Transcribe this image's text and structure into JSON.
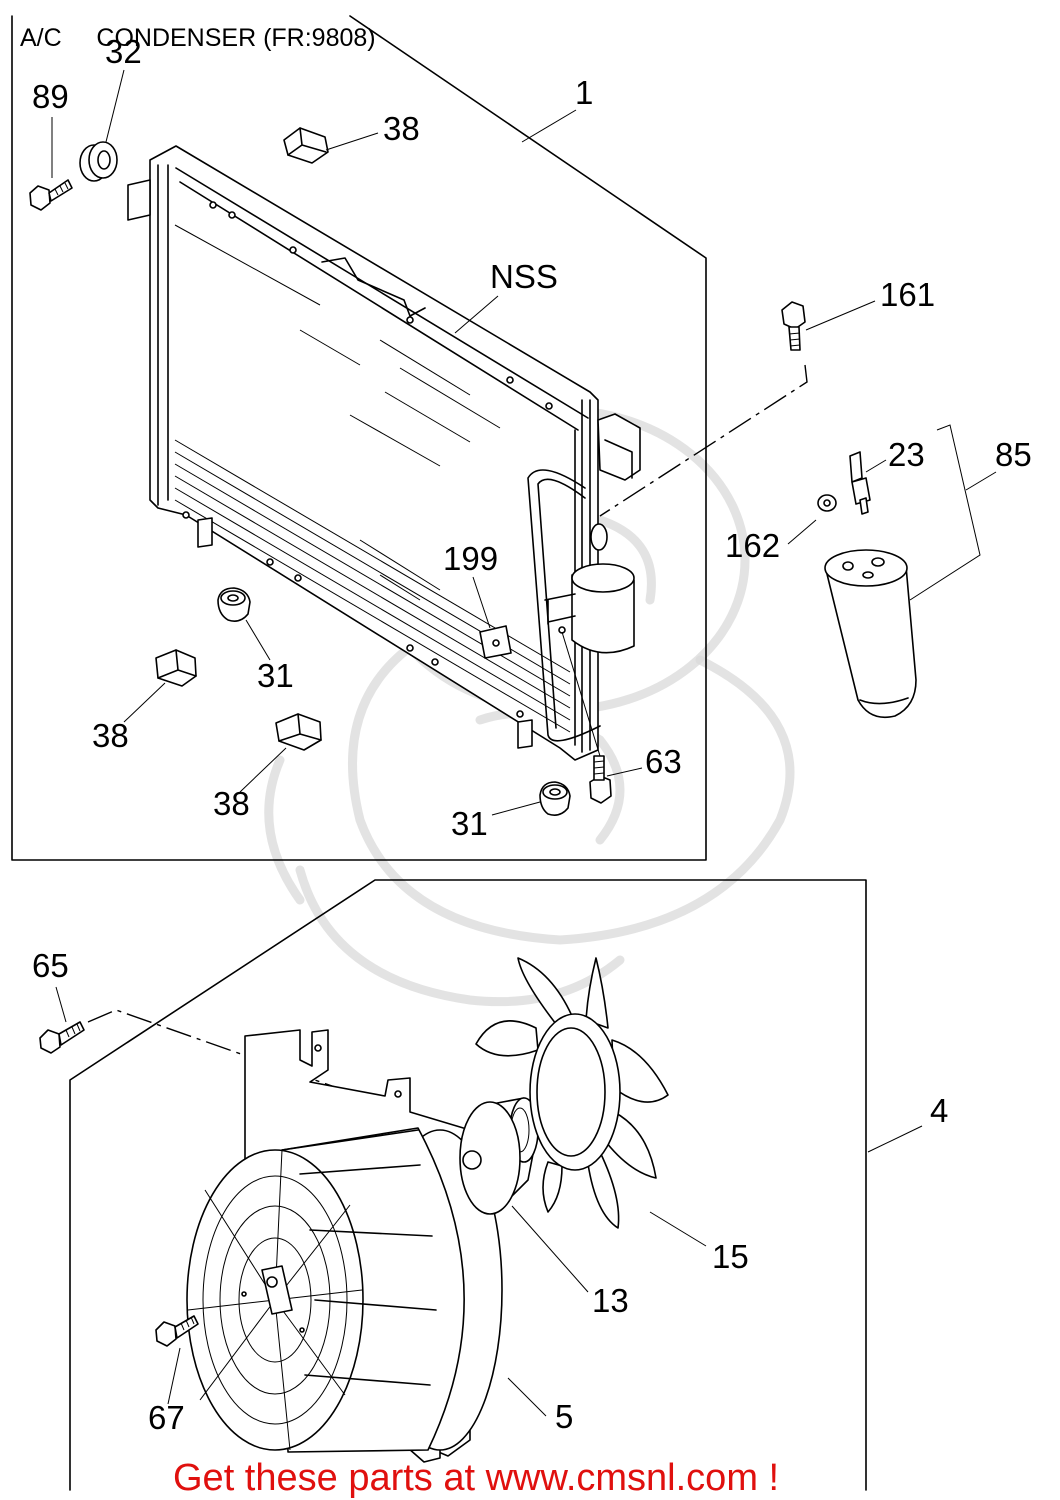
{
  "title": "A/C     CONDENSER (FR:9808)",
  "labels": {
    "p89": "89",
    "p32": "32",
    "p38_top": "38",
    "p1": "1",
    "nss": "NSS",
    "p161": "161",
    "p23": "23",
    "p85": "85",
    "p162": "162",
    "p199": "199",
    "p31_top": "31",
    "p38_left": "38",
    "p38_bottom": "38",
    "p63": "63",
    "p31_bottom": "31",
    "p65": "65",
    "p4": "4",
    "p15": "15",
    "p13": "13",
    "p5": "5",
    "p67": "67"
  },
  "footer": "Get these parts at www.cmsnl.com !",
  "colors": {
    "line": "#000000",
    "footer": "#e0100e",
    "watermark": "#d9d9d9",
    "background": "#ffffff"
  }
}
